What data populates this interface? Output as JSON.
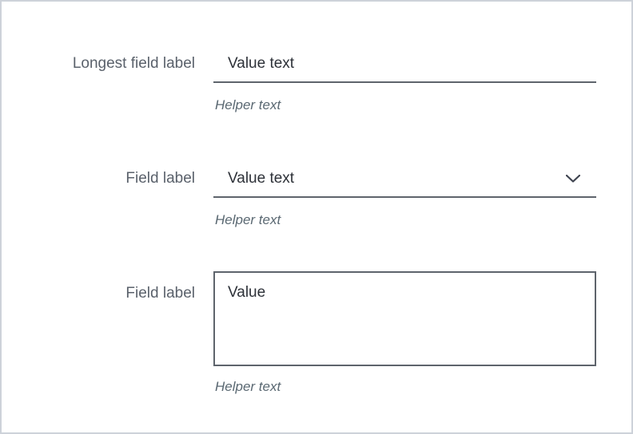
{
  "colors": {
    "page_border": "#cdd2d9",
    "label_text": "#5a616b",
    "value_text": "#2d3138",
    "helper_text": "#5a6872",
    "field_border": "#5e646c",
    "chevron": "#3f4450"
  },
  "fields": [
    {
      "type": "text-input",
      "label": "Longest field label",
      "value": "Value text",
      "helper": "Helper text"
    },
    {
      "type": "select",
      "label": "Field label",
      "value": "Value text",
      "helper": "Helper text",
      "icon": "chevron-down-icon"
    },
    {
      "type": "textarea",
      "label": "Field label",
      "value": "Value",
      "helper": "Helper text"
    }
  ]
}
